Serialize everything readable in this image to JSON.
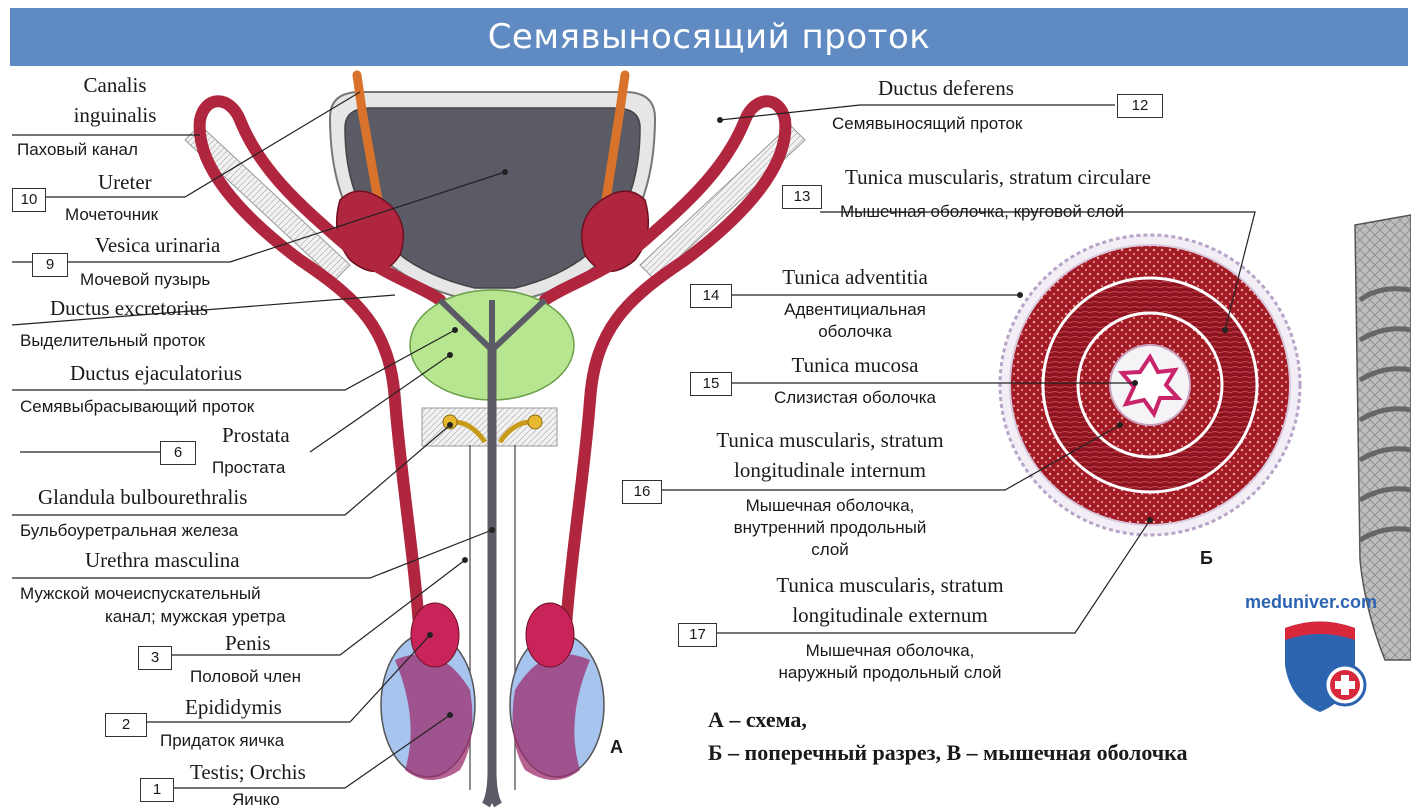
{
  "title": "Семявыносящий проток",
  "labels": {
    "canalis_lat_1": "Canalis",
    "canalis_lat_2": "inguinalis",
    "canalis_rus": "Паховый канал",
    "ureter_num": "10",
    "ureter_lat": "Ureter",
    "ureter_rus": "Мочеточник",
    "vesica_num": "9",
    "vesica_lat": "Vesica urinaria",
    "vesica_rus": "Мочевой пузырь",
    "excretorius_lat": "Ductus excretorius",
    "excretorius_rus": "Выделительный проток",
    "ejaculatorius_lat": "Ductus ejaculatorius",
    "ejaculatorius_rus": "Семявыбрасывающий проток",
    "prostata_num": "6",
    "prostata_lat": "Prostata",
    "prostata_rus": "Простата",
    "bulbo_lat": "Glandula bulbourethralis",
    "bulbo_rus": "Бульбоуретральная железа",
    "urethra_lat": "Urethra masculina",
    "urethra_rus_1": "Мужской мочеиспускательный",
    "urethra_rus_2": "канал; мужская уретра",
    "penis_num": "3",
    "penis_lat": "Penis",
    "penis_rus": "Половой член",
    "epididymis_num": "2",
    "epididymis_lat": "Epididymis",
    "epididymis_rus": "Придаток яичка",
    "testis_num": "1",
    "testis_lat": "Testis; Orchis",
    "testis_rus": "Яичко",
    "deferens_num": "12",
    "deferens_lat": "Ductus deferens",
    "deferens_rus": "Семявыносящий проток",
    "circ_num": "13",
    "circ_lat": "Tunica muscularis, stratum circulare",
    "circ_rus": "Мышечная оболочка, круговой слой",
    "adv_num": "14",
    "adv_lat": "Tunica adventitia",
    "adv_rus_1": "Адвентициальная",
    "adv_rus_2": "оболочка",
    "muc_num": "15",
    "muc_lat": "Tunica mucosa",
    "muc_rus": "Слизистая оболочка",
    "int_num": "16",
    "int_lat_1": "Tunica muscularis, stratum",
    "int_lat_2": "longitudinale internum",
    "int_rus_1": "Мышечная оболочка,",
    "int_rus_2": "внутренний продольный",
    "int_rus_3": "слой",
    "ext_num": "17",
    "ext_lat_1": "Tunica muscularis, stratum",
    "ext_lat_2": "longitudinale externum",
    "ext_rus_1": "Мышечная оболочка,",
    "ext_rus_2": "наружный продольный слой"
  },
  "panel_letters": {
    "a": "А",
    "b": "Б"
  },
  "legend": {
    "line1": "А – схема,",
    "line2": "Б – поперечный разрез, В – мышечная оболочка"
  },
  "brand": "meduniver.com",
  "colors": {
    "banner": "#5f8ac2",
    "duct_red": "#b0263e",
    "bladder_gray": "#5b5b66",
    "prostate_green": "#b8e690",
    "testis_blue": "#a7c4ee",
    "epididymis_magenta": "#c8245a",
    "ureter_orange": "#d9722a",
    "gland_yellow": "#e8b830",
    "muscle_red": "#a41b26"
  },
  "icons": [
    "shield-cross-icon"
  ]
}
